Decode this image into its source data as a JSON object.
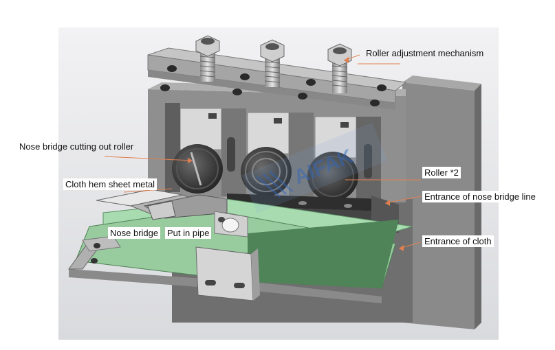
{
  "callouts": {
    "roller_adjustment": "Roller adjustment mechanism",
    "cutting_roller": "Nose bridge cutting out roller",
    "cloth_hem": "Cloth hem sheet metal",
    "nose_bridge": "Nose bridge",
    "put_in_pipe": "Put in pipe",
    "roller_x2": "Roller *2",
    "entrance_nose_line": "Entrance of nose bridge line",
    "entrance_cloth": "Entrance of cloth"
  },
  "watermark": "AIFAK",
  "colors": {
    "leader": "#e08050",
    "metal_light": "#c8c8c8",
    "metal_mid": "#a3a3a3",
    "metal_dark": "#6e6e6e",
    "green_plate": "#9fd4a6",
    "watermark": "#3a6fc0"
  }
}
